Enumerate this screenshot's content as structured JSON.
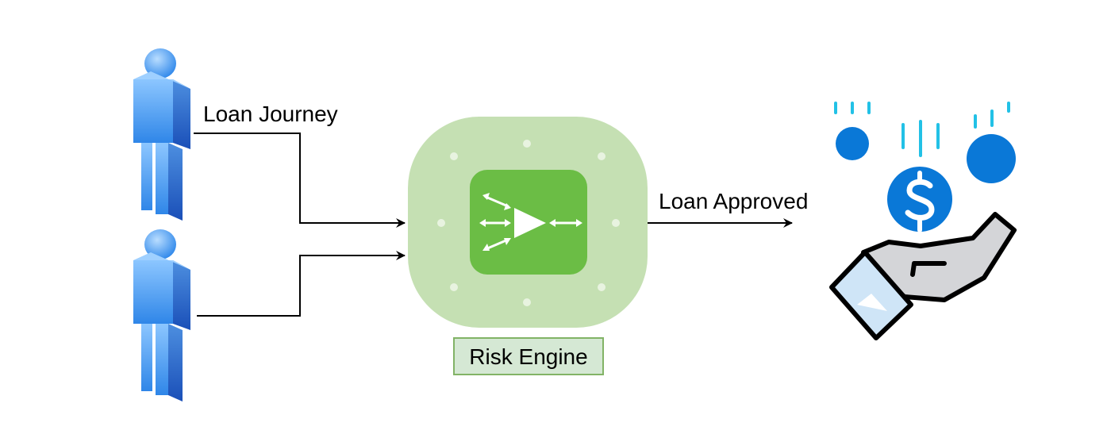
{
  "labels": {
    "loan_journey": "Loan Journey",
    "loan_approved": "Loan Approved",
    "risk_engine": "Risk Engine"
  },
  "icons": {
    "users": [
      "user-icon",
      "user-icon"
    ],
    "engine": "risk-engine-icon",
    "result": "hand-coin-icon"
  },
  "colors": {
    "user_light": "#5aa8f2",
    "user_dark": "#1f5fc8",
    "engine_outer": "#c5e0b3",
    "engine_inner": "#6bbd45",
    "label_border": "#82b366",
    "label_fill": "#d5e8d4",
    "coin": "#0a78d7",
    "drops": "#22c1e6"
  }
}
